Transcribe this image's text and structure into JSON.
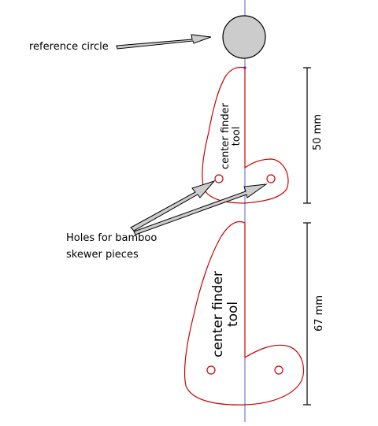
{
  "labels": {
    "reference_circle": "reference circle",
    "holes_line1": "Holes for bamboo",
    "holes_line2": "skewer pieces",
    "small_tool_line1": "center finder",
    "small_tool_line2": "tool",
    "large_tool_line1": "center finder",
    "large_tool_line2": "tool",
    "dim_small": "50 mm",
    "dim_large": "67 mm"
  },
  "colors": {
    "outline": "#cc0000",
    "axis": "#3333cc",
    "circle_fill": "#cccccc",
    "arrow_fill": "#cccccc",
    "ink": "#000000"
  }
}
